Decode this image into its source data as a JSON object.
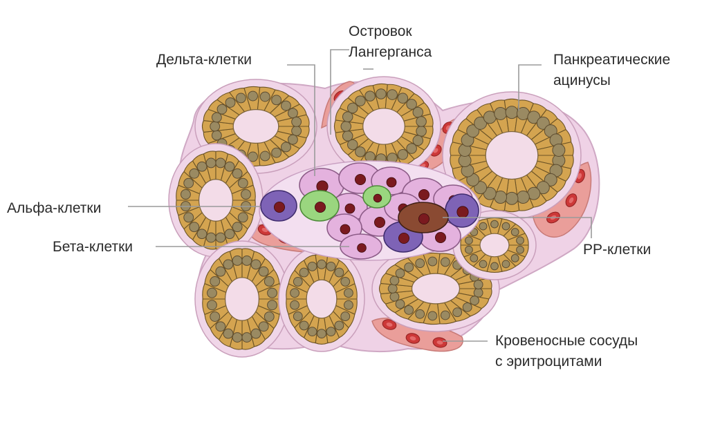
{
  "labels": {
    "islet": [
      "Островок",
      "Лангерганса"
    ],
    "delta": "Дельта-клетки",
    "acini": [
      "Панкреатические",
      "ацинусы"
    ],
    "alpha": "Альфа-клетки",
    "beta": "Бета-клетки",
    "pp": "PP-клетки",
    "vessels": [
      "Кровеносные сосуды",
      "с эритроцитами"
    ]
  },
  "colors": {
    "acinar_cell": "#d4a450",
    "acinar_nucleus": "#9a8a62",
    "lumen": "#f3dce8",
    "tissue": "#efd2e6",
    "beta_cell": "#e4b2de",
    "alpha_cell": "#7e63b6",
    "delta_cell": "#9ad67f",
    "pp_cell": "#8a4a32",
    "vessel": "#ea9e9a",
    "erythrocyte": "#cc3838",
    "leader_line": "#9a9a9a"
  }
}
